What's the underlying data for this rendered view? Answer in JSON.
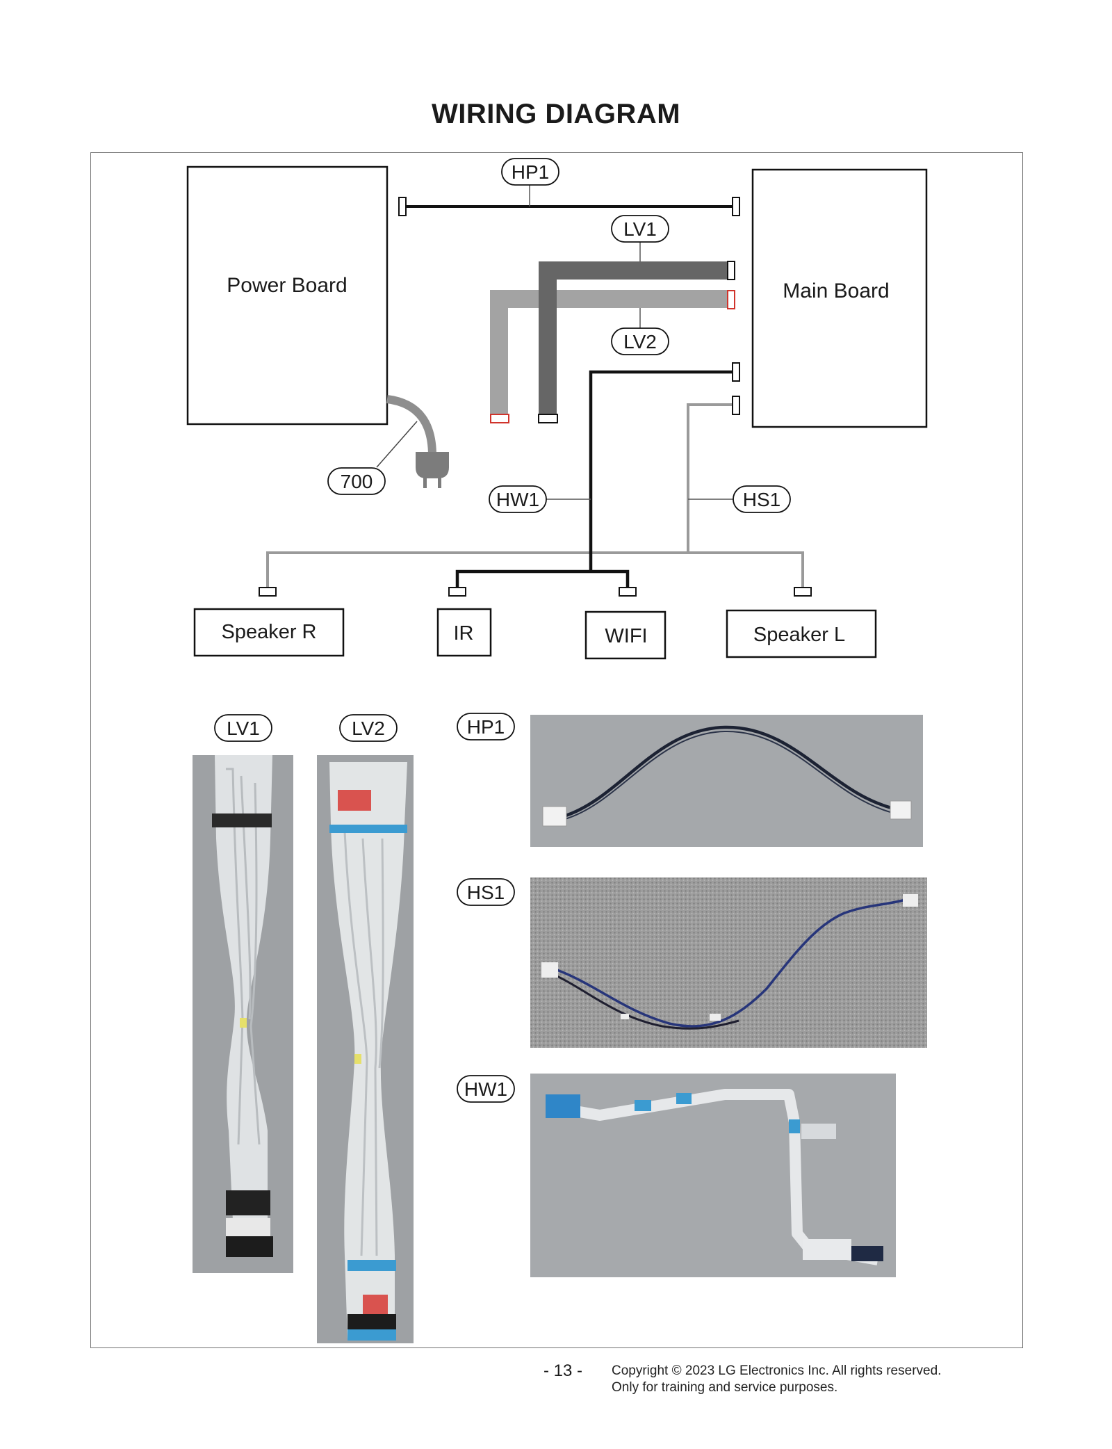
{
  "title": "WIRING DIAGRAM",
  "boards": {
    "power": "Power Board",
    "main": "Main Board"
  },
  "cables": {
    "hp1": "HP1",
    "lv1": "LV1",
    "lv2": "LV2",
    "hw1": "HW1",
    "hs1": "HS1",
    "power_cord": "700"
  },
  "peripherals": {
    "speaker_r": "Speaker R",
    "ir": "IR",
    "wifi": "WIFI",
    "speaker_l": "Speaker L"
  },
  "photo_labels": {
    "lv1": "LV1",
    "lv2": "LV2",
    "hp1": "HP1",
    "hs1": "HS1",
    "hw1": "HW1"
  },
  "footer": {
    "page_number": "- 13 -",
    "copyright_line1": "Copyright © 2023 LG Electronics Inc. All rights reserved.",
    "copyright_line2": "Only for training and service purposes."
  },
  "colors": {
    "lv1_cable": "#666666",
    "lv2_cable": "#a3a3a3",
    "signal_cable": "#111111",
    "speaker_cable": "#9a9a9a",
    "highlight_connector": "#d0342c"
  }
}
